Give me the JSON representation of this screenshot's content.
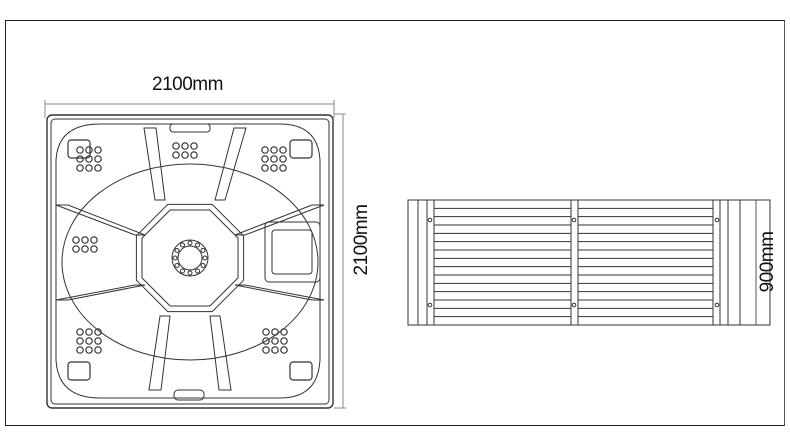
{
  "tub": {
    "width_label": "2100mm",
    "length_label": "2100mm"
  },
  "bench": {
    "depth_label": "900mm",
    "slats": 14
  },
  "colors": {
    "line": "#333333",
    "frame": "#1a1f2b"
  }
}
